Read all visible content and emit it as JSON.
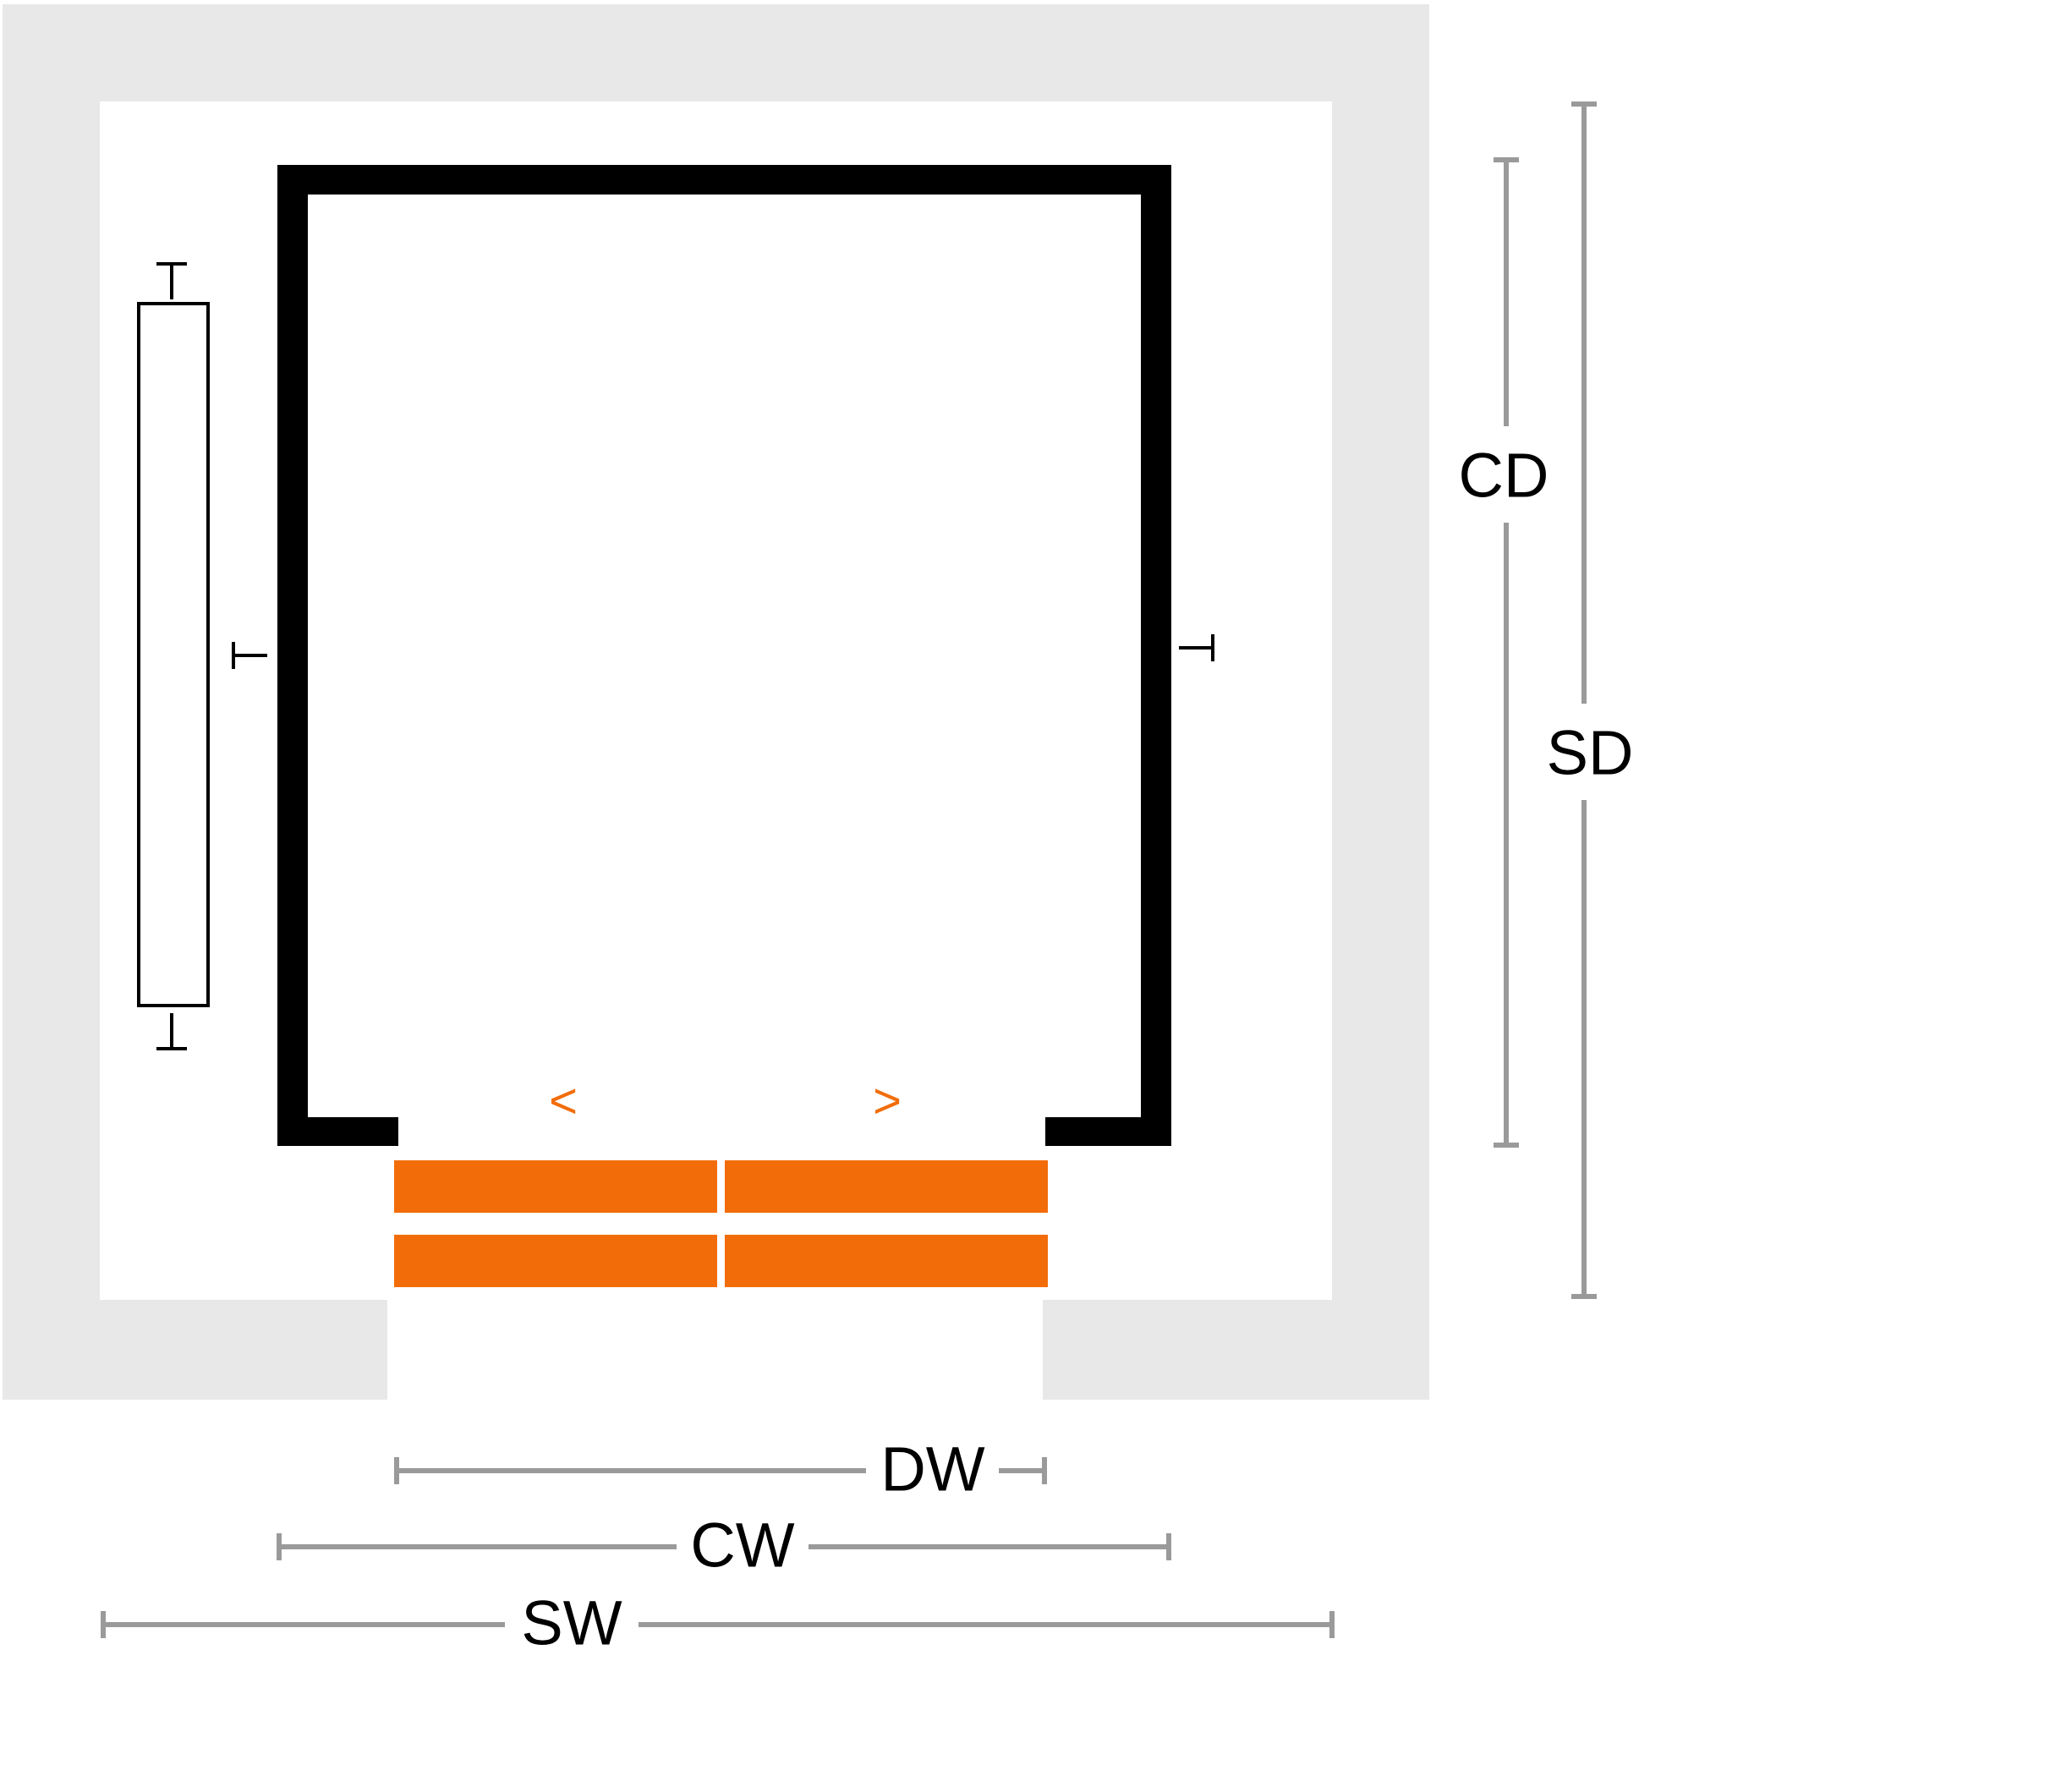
{
  "colors": {
    "shaft_wall": "#e8e8e8",
    "car_wall": "#000000",
    "door_panel": "#f26d0a",
    "dimension_line": "#9a9a9a",
    "label_text": "#000000"
  },
  "dimensions": {
    "car_depth": "CD",
    "shaft_depth": "SD",
    "door_width": "DW",
    "car_width": "CW",
    "shaft_width": "SW"
  },
  "door_arrows": {
    "left": "<",
    "right": ">"
  }
}
